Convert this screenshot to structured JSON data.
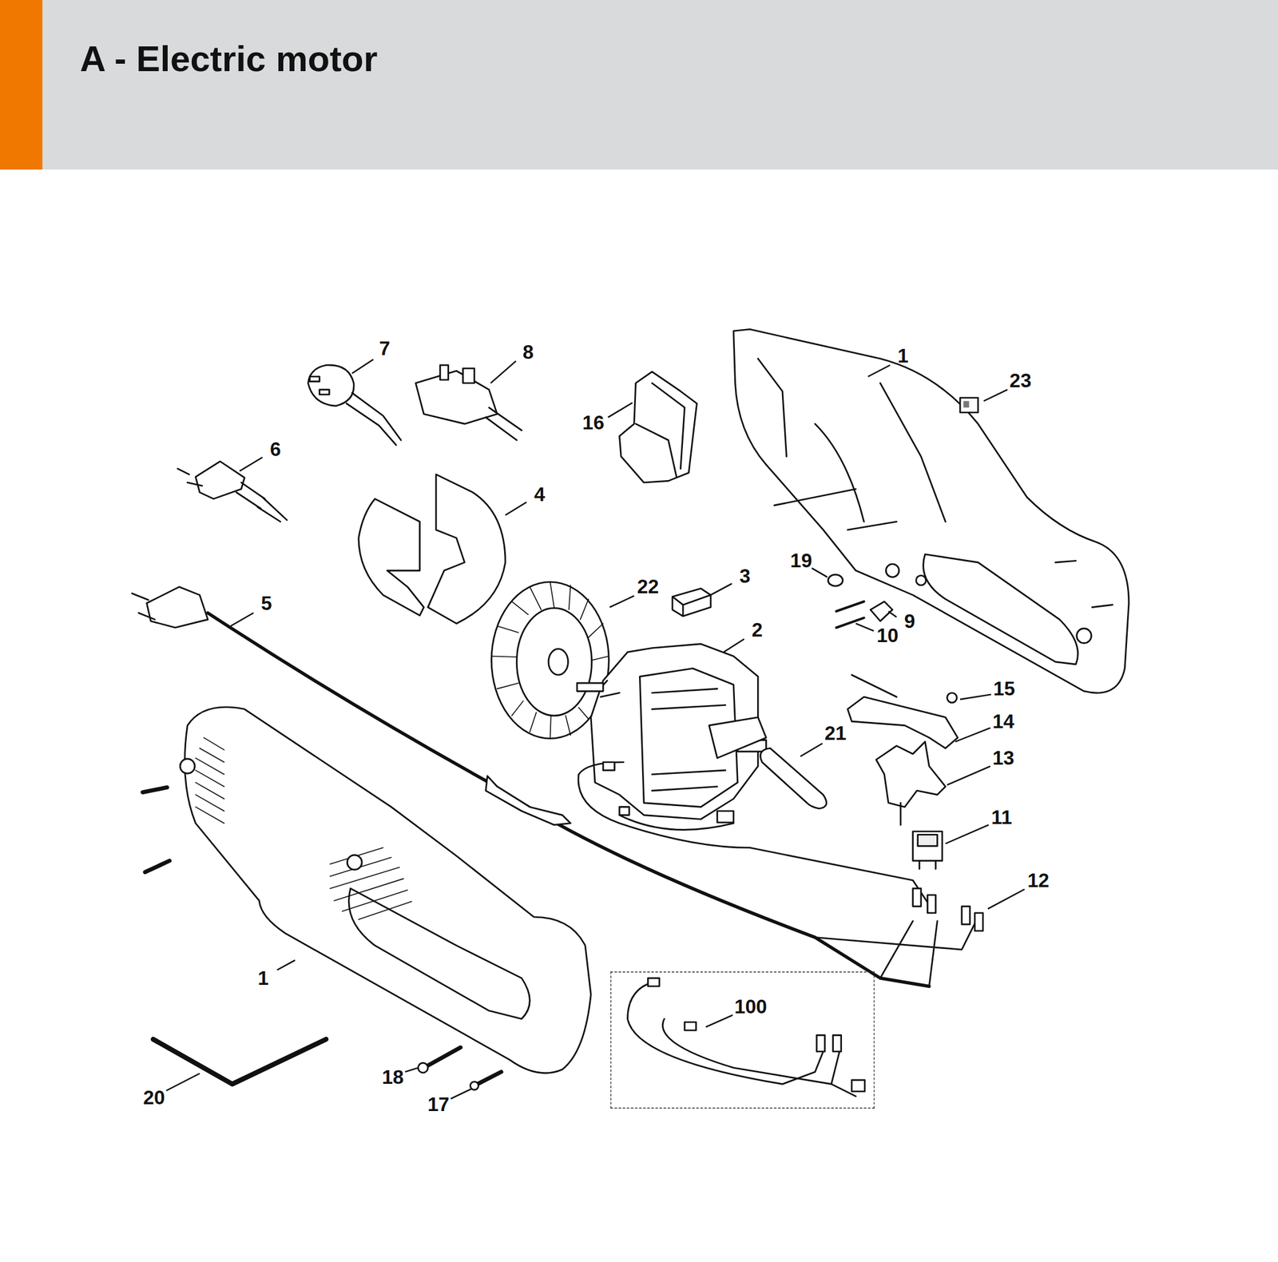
{
  "diagram": {
    "title": "A - Electric motor",
    "nodes": [
      {
        "text": [
          "100"
        ]
      }
    ],
    "edges": [],
    "labels": [
      "7",
      "8",
      "1",
      "23",
      "16",
      "6",
      "4",
      "19",
      "3",
      "22",
      "5",
      "9",
      "2",
      "10",
      "15",
      "14",
      "21",
      "13",
      "11",
      "12",
      "1",
      "20",
      "18",
      "17"
    ]
  }
}
